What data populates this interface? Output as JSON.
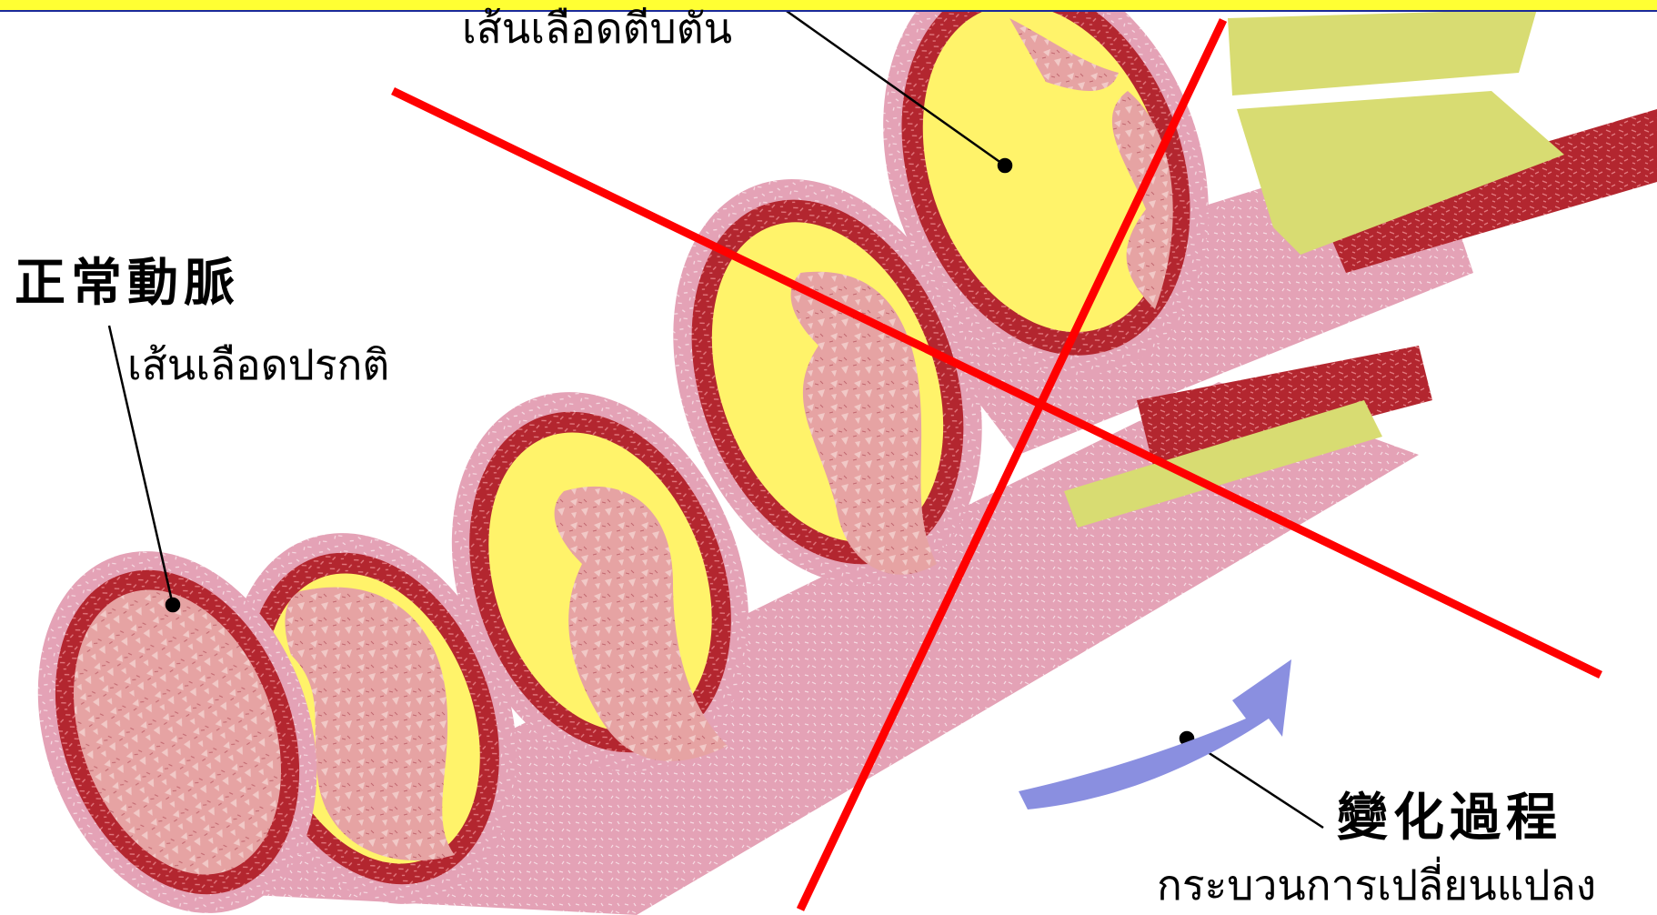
{
  "labels": {
    "blocked_artery_thai": "เส้นเลือดตีบตัน",
    "normal_artery_chinese": "正常動脈",
    "normal_artery_thai": "เส้นเลือดปรกติ",
    "process_chinese": "變化過程",
    "process_thai": "กระบวนการเปลี่ยนแปลง"
  },
  "colors": {
    "top_bar": "#ffff33",
    "artery_outer": "#e8a8b8",
    "artery_muscle": "#b02a35",
    "plaque": "#fff36a",
    "cross_mark": "#ff0000",
    "arrow": "#8a8fe0"
  },
  "icons": {
    "cross": "red-x-cross-mark",
    "arrow": "curved-blue-arrow"
  }
}
